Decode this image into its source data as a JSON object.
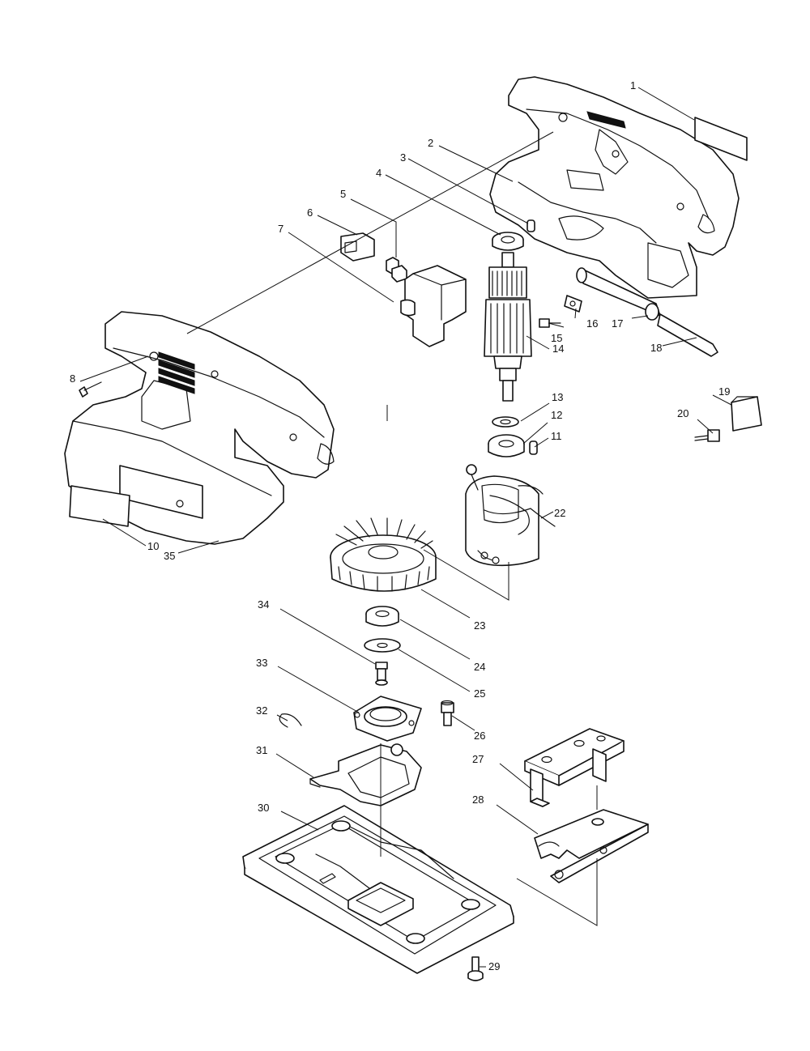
{
  "diagram": {
    "parts": [
      {
        "id": "p1",
        "label": "1"
      },
      {
        "id": "p2",
        "label": "2"
      },
      {
        "id": "p3",
        "label": "3"
      },
      {
        "id": "p4",
        "label": "4"
      },
      {
        "id": "p5",
        "label": "5"
      },
      {
        "id": "p6",
        "label": "6"
      },
      {
        "id": "p7",
        "label": "7"
      },
      {
        "id": "p8",
        "label": "8"
      },
      {
        "id": "p10",
        "label": "10"
      },
      {
        "id": "p11",
        "label": "11"
      },
      {
        "id": "p12",
        "label": "12"
      },
      {
        "id": "p13",
        "label": "13"
      },
      {
        "id": "p14",
        "label": "14"
      },
      {
        "id": "p15",
        "label": "15"
      },
      {
        "id": "p16",
        "label": "16"
      },
      {
        "id": "p17",
        "label": "17"
      },
      {
        "id": "p18",
        "label": "18"
      },
      {
        "id": "p19",
        "label": "19"
      },
      {
        "id": "p20",
        "label": "20"
      },
      {
        "id": "p22",
        "label": "22"
      },
      {
        "id": "p23",
        "label": "23"
      },
      {
        "id": "p24",
        "label": "24"
      },
      {
        "id": "p25",
        "label": "25"
      },
      {
        "id": "p26",
        "label": "26"
      },
      {
        "id": "p27",
        "label": "27"
      },
      {
        "id": "p28",
        "label": "28"
      },
      {
        "id": "p29",
        "label": "29"
      },
      {
        "id": "p30",
        "label": "30"
      },
      {
        "id": "p31",
        "label": "31"
      },
      {
        "id": "p32",
        "label": "32"
      },
      {
        "id": "p33",
        "label": "33"
      },
      {
        "id": "p34",
        "label": "34"
      },
      {
        "id": "p35",
        "label": "35"
      }
    ]
  }
}
